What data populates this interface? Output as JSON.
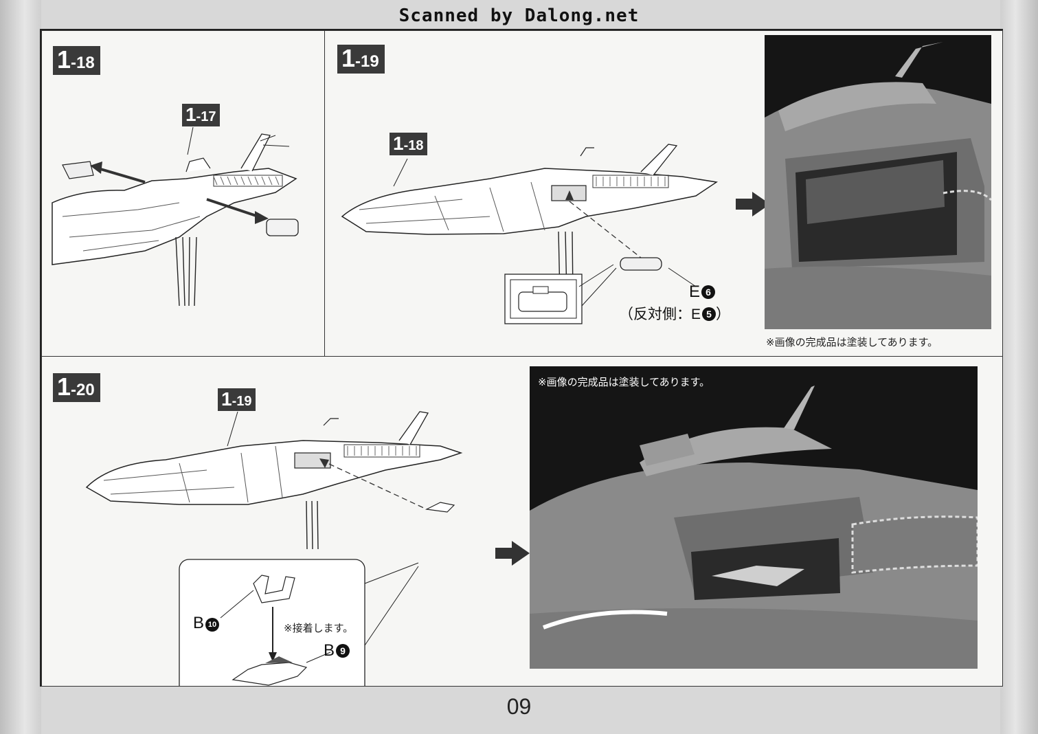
{
  "header": {
    "scan_credit": "Scanned by Dalong.net"
  },
  "steps": {
    "s18": {
      "major": "1",
      "minor": "-18",
      "ref_major": "1",
      "ref_minor": "-17"
    },
    "s19": {
      "major": "1",
      "minor": "-19",
      "ref_major": "1",
      "ref_minor": "-18",
      "part_main": "E",
      "part_main_num": "6",
      "part_alt_prefix": "（反対側：E",
      "part_alt_num": "5",
      "part_alt_suffix": "）"
    },
    "s20": {
      "major": "1",
      "minor": "-20",
      "ref_major": "1",
      "ref_minor": "-19",
      "part_a": "B",
      "part_a_num": "10",
      "part_b": "B",
      "part_b_num": "9",
      "glue_note": "※接着します。"
    }
  },
  "photo_note_top": "※画像の完成品は塗装してあります。",
  "photo_note_bottom": "※画像の完成品は塗装してあります。",
  "page_number": "09",
  "icons": [
    "ship-diagram",
    "arrow-right-icon",
    "model-photo"
  ]
}
